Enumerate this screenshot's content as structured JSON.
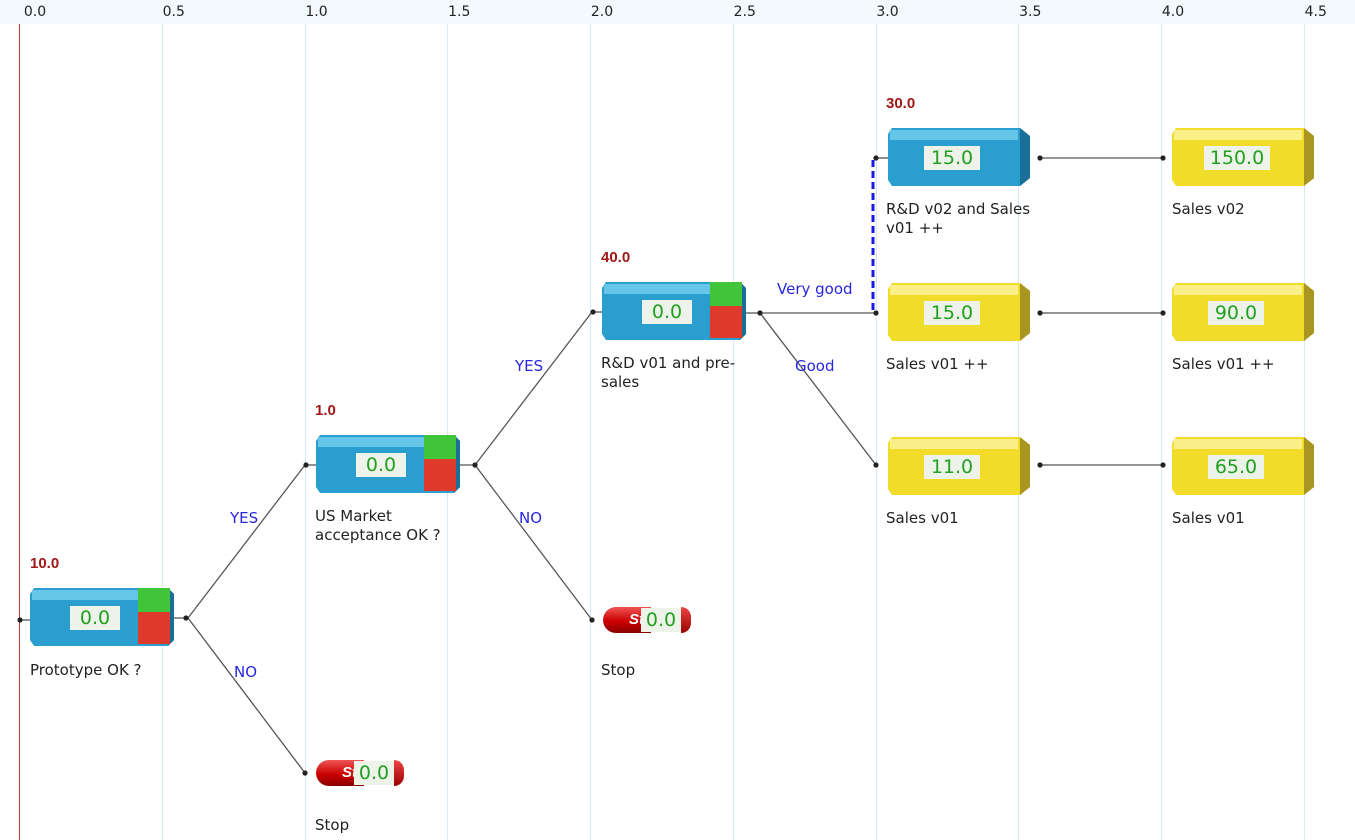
{
  "ruler": {
    "ticks": [
      "0.0",
      "0.5",
      "1.0",
      "1.5",
      "2.0",
      "2.5",
      "3.0",
      "3.5",
      "4.0",
      "4.5"
    ]
  },
  "colors": {
    "decision_node": "#2ea6d3",
    "outcome_node": "#f2dc2a",
    "amount_text": "#a01818",
    "branch_text": "#2626e0",
    "value_text": "#22a022",
    "stop_node": "#c00000"
  },
  "nodes": {
    "prototype": {
      "amount": "10.0",
      "value": "0.0",
      "caption": "Prototype OK ?"
    },
    "us_market": {
      "amount": "1.0",
      "value": "0.0",
      "caption": "US Market acceptance OK ?"
    },
    "rd_v01": {
      "amount": "40.0",
      "value": "0.0",
      "caption": "R&D v01 and pre-sales"
    },
    "rd_v02": {
      "amount": "30.0",
      "value": "15.0",
      "caption": "R&D v02 and Sales v01 ++"
    },
    "sales_v01_pp": {
      "value": "15.0",
      "caption": "Sales v01 ++"
    },
    "sales_v01": {
      "value": "11.0",
      "caption": "Sales v01"
    },
    "sales_v02_end": {
      "value": "150.0",
      "caption": "Sales v02"
    },
    "sales_v01_pp_end": {
      "value": "90.0",
      "caption": "Sales v01 ++"
    },
    "sales_v01_end": {
      "value": "65.0",
      "caption": "Sales v01"
    },
    "stop_1": {
      "label": "St",
      "value": "0.0",
      "caption": "Stop"
    },
    "stop_2": {
      "label": "St",
      "value": "0.0",
      "caption": "Stop"
    }
  },
  "branches": {
    "proto_yes": "YES",
    "proto_no": "NO",
    "us_yes": "YES",
    "us_no": "NO",
    "rd_very_good": "Very good",
    "rd_good": "Good"
  }
}
